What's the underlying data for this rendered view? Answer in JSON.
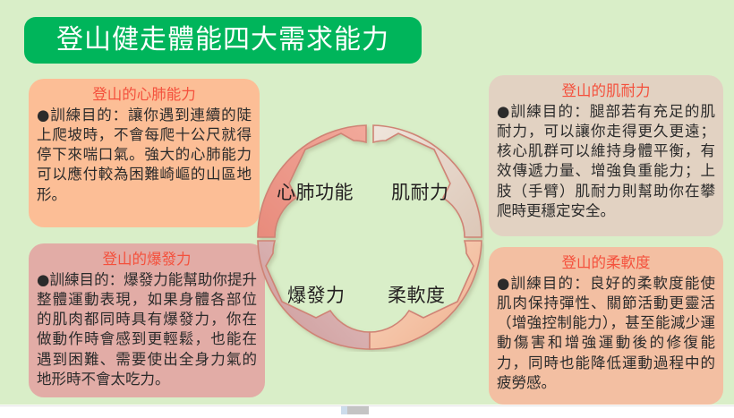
{
  "title": {
    "text": "登山健走體能四大需求能力",
    "background_color": "#00b55b",
    "text_color": "#ffffff"
  },
  "page": {
    "background_color": "#d9eec8"
  },
  "cards": {
    "cardio": {
      "heading": "登山的心肺能力",
      "body": "●訓練目的：讓你遇到連續的陡上爬坡時，不會每爬十公尺就得停下來喘口氣。強大的心肺能力可以應付較為困難崎嶇的山區地形。",
      "background_color": "#fcbe96",
      "heading_color": "#f4503c"
    },
    "muscle": {
      "heading": "登山的肌耐力",
      "body": "●訓練目的：腿部若有充足的肌耐力，可以讓你走得更久更遠；核心肌群可以維持身體平衡，有效傳遞力量、增強負重能力；上肢（手臂）肌耐力則幫助你在攀爬時更穩定安全。",
      "background_color": "#e2d2c2",
      "heading_color": "#f4503c"
    },
    "power": {
      "heading": "登山的爆發力",
      "body": "●訓練目的：爆發力能幫助你提升整體運動表現，如果身體各部位的肌肉都同時具有爆發力，你在做動作時會感到更輕鬆，也能在遇到困難、需要使出全身力氣的地形時不會太吃力。",
      "background_color": "#e2aca6",
      "heading_color": "#f4503c"
    },
    "flexibility": {
      "heading": "登山的柔軟度",
      "body": "●訓練目的：良好的柔軟度能使肌肉保持彈性、關節活動更靈活（增強控制能力），甚至能減少運動傷害和增強運動後的修復能力，同時也能降低運動過程中的疲勞感。",
      "background_color": "#f3bfa2",
      "heading_color": "#f4503c"
    }
  },
  "donut": {
    "segments": [
      {
        "id": "cardio",
        "label": "心肺功能",
        "position": "top-left",
        "fill_start": "#f0a193",
        "fill_end": "#e98d7e",
        "stroke": "#cf8375"
      },
      {
        "id": "muscle",
        "label": "肌耐力",
        "position": "top-right",
        "fill_start": "#ece0d6",
        "fill_end": "#ddc9ba",
        "stroke": "#cf8375"
      },
      {
        "id": "power",
        "label": "爆發力",
        "position": "bottom-left",
        "fill_start": "#e0bdbd",
        "fill_end": "#cf9f9f",
        "stroke": "#cf8375"
      },
      {
        "id": "flexibility",
        "label": "柔軟度",
        "position": "bottom-right",
        "fill_start": "#f8d4bb",
        "fill_end": "#f0b392",
        "stroke": "#cf8375"
      }
    ],
    "label_color": "#231f20",
    "center_fill": "#d9eec8"
  }
}
